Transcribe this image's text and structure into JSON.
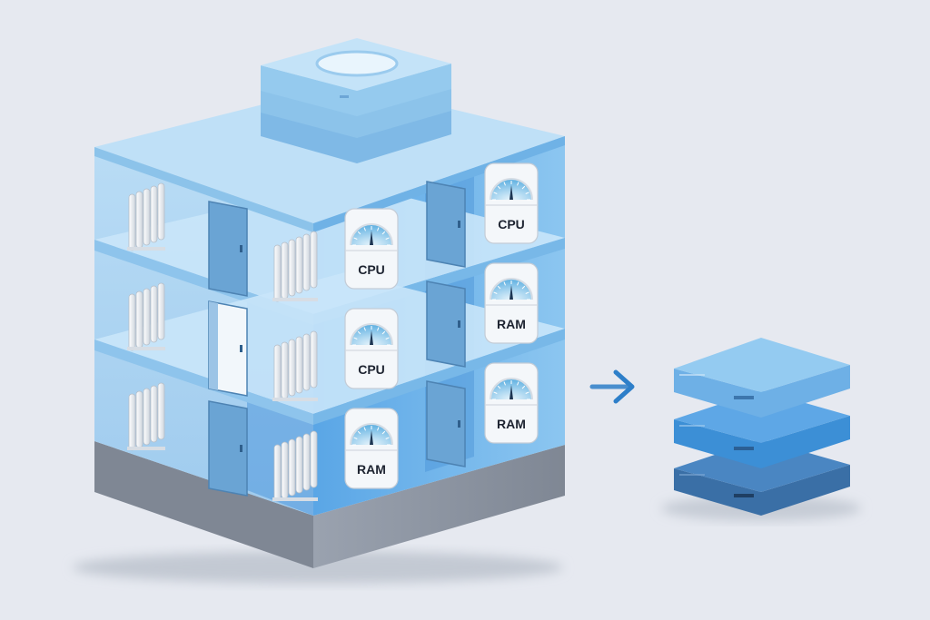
{
  "diagram": {
    "colors": {
      "background": "#e6e9f0",
      "building_glass": "#a9d2f0",
      "building_wall": "#4f9be0",
      "slab_top": "#bfe0f7",
      "foundation": "#8d95a3",
      "door": "#6aa4d4",
      "arrow": "#2e7fc9",
      "stack_light": "#7fbbe9",
      "stack_mid": "#4d9ede",
      "stack_dark": "#3f78b3"
    },
    "floors": [
      {
        "front_unit": {
          "label": "RAM",
          "icon": "gauge-icon"
        },
        "back_unit": {
          "label": "RAM",
          "icon": "gauge-icon"
        }
      },
      {
        "front_unit": {
          "label": "CPU",
          "icon": "gauge-icon"
        },
        "back_unit": {
          "label": "RAM",
          "icon": "gauge-icon"
        }
      },
      {
        "front_unit": {
          "label": "CPU",
          "icon": "gauge-icon"
        },
        "back_unit": {
          "label": "CPU",
          "icon": "gauge-icon"
        }
      }
    ],
    "roof_unit": {
      "icon": "server-stack-icon"
    },
    "arrow": {
      "icon": "arrow-right-icon"
    },
    "target": {
      "icon": "server-stack-icon",
      "layers": 3
    }
  }
}
